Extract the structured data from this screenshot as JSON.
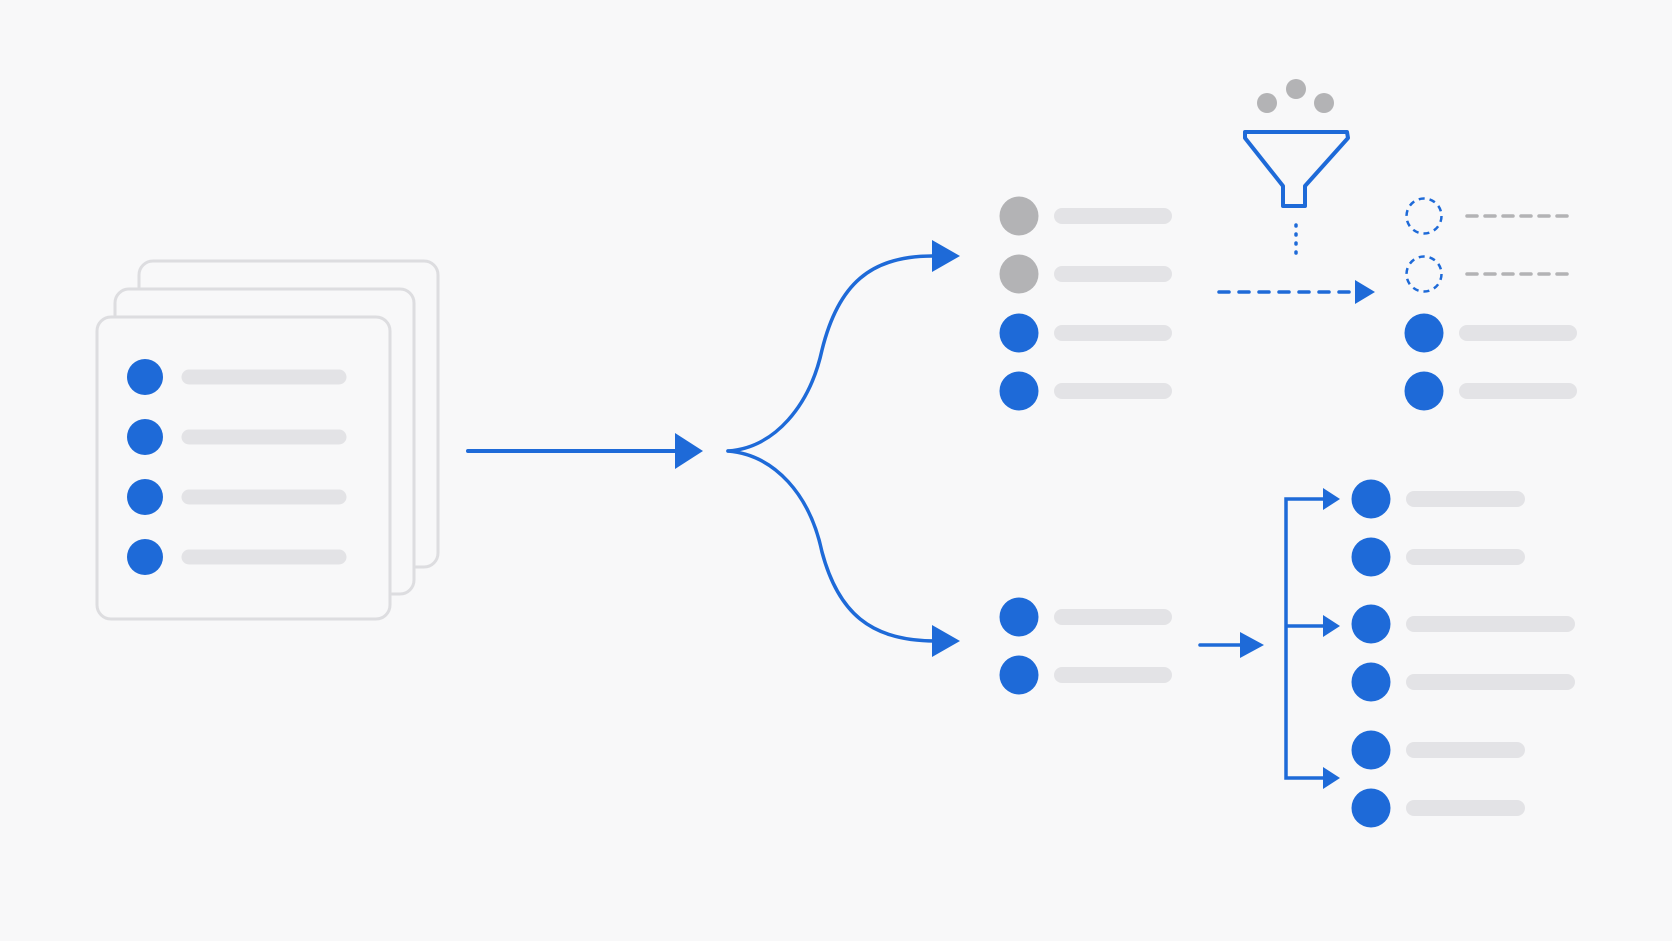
{
  "colors": {
    "background": "#f8f8f9",
    "accent": "#1e6ad8",
    "inactive": "#b3b3b5",
    "placeholder_line": "#e3e3e6",
    "card_border": "#dddde0",
    "card_fill": "#f8f8f9"
  },
  "source_stack": {
    "card_count": 3,
    "rows": [
      {
        "state": "active"
      },
      {
        "state": "active"
      },
      {
        "state": "active"
      },
      {
        "state": "active"
      }
    ]
  },
  "upper_branch": {
    "rows": [
      {
        "state": "inactive"
      },
      {
        "state": "inactive"
      },
      {
        "state": "active"
      },
      {
        "state": "active"
      }
    ]
  },
  "filter_step": {
    "icon": "funnel-icon",
    "input_dots": 3
  },
  "filtered_result": {
    "rows": [
      {
        "state": "removed"
      },
      {
        "state": "removed"
      },
      {
        "state": "active"
      },
      {
        "state": "active"
      }
    ]
  },
  "lower_branch": {
    "rows": [
      {
        "state": "active"
      },
      {
        "state": "active"
      }
    ]
  },
  "expanded_result": {
    "groups": [
      {
        "rows": [
          {
            "state": "active"
          },
          {
            "state": "active"
          }
        ]
      },
      {
        "rows": [
          {
            "state": "active"
          },
          {
            "state": "active"
          }
        ]
      },
      {
        "rows": [
          {
            "state": "active"
          },
          {
            "state": "active"
          }
        ]
      }
    ]
  }
}
